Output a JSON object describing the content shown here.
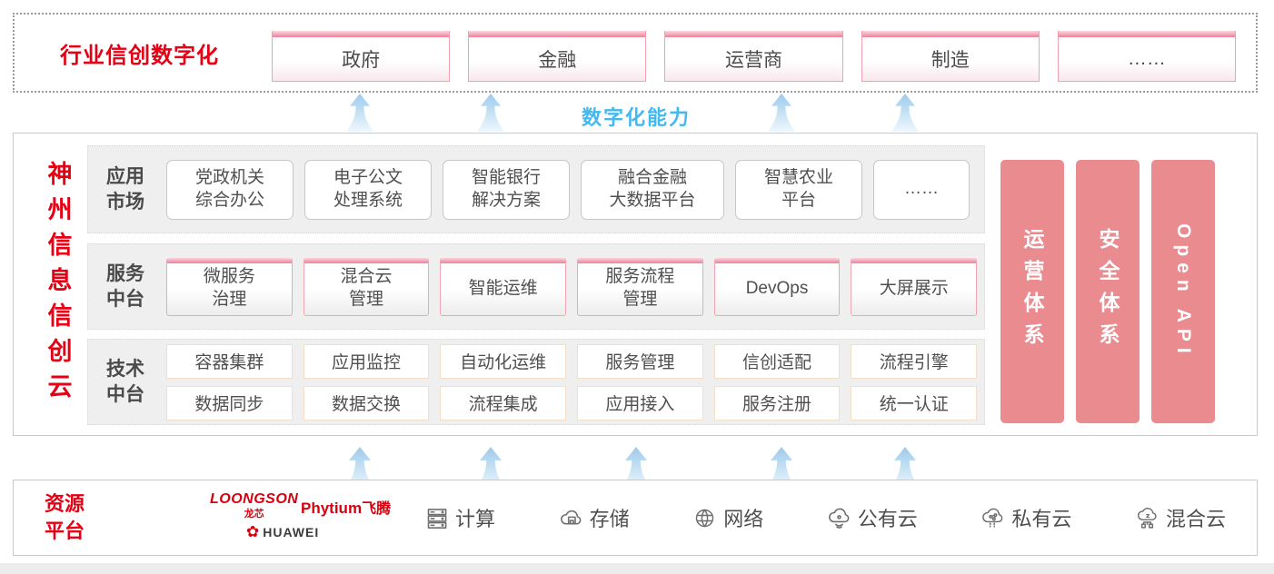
{
  "industry_layer": {
    "title": "行业信创数字化",
    "sectors": [
      "政府",
      "金融",
      "运营商",
      "制造",
      "……"
    ]
  },
  "capability_label": "数字化能力",
  "cloud_platform": {
    "title": "神州信息信创云",
    "app_market": {
      "label": "应用\n市场",
      "items": [
        "党政机关\n综合办公",
        "电子公文\n处理系统",
        "智能银行\n解决方案",
        "融合金融\n大数据平台",
        "智慧农业\n平台",
        "……"
      ]
    },
    "service_platform": {
      "label": "服务\n中台",
      "items": [
        "微服务\n治理",
        "混合云\n管理",
        "智能运维",
        "服务流程\n管理",
        "DevOps",
        "大屏展示"
      ]
    },
    "tech_platform": {
      "label": "技术\n中台",
      "row1": [
        "容器集群",
        "应用监控",
        "自动化运维",
        "服务管理",
        "信创适配",
        "流程引擎"
      ],
      "row2": [
        "数据同步",
        "数据交换",
        "流程集成",
        "应用接入",
        "服务注册",
        "统一认证"
      ]
    },
    "pillars": [
      "运营体系",
      "安全体系",
      "Open API"
    ]
  },
  "resource_layer": {
    "title": "资源\n平台",
    "vendors": {
      "loongson_name": "LOONGSON",
      "loongson_sub": "龙芯",
      "phytium_name": "Phytium",
      "phytium_sub": "飞腾",
      "huawei_name": "HUAWEI"
    },
    "resources": [
      "计算",
      "存储",
      "网络",
      "公有云",
      "私有云",
      "混合云"
    ]
  },
  "colors": {
    "brand_red": "#e60014",
    "pillar_pink": "#ea8b90",
    "pink_border": "#f3a5b5",
    "capability_blue": "#45b8f0",
    "text_dark": "#4a4a4a"
  }
}
